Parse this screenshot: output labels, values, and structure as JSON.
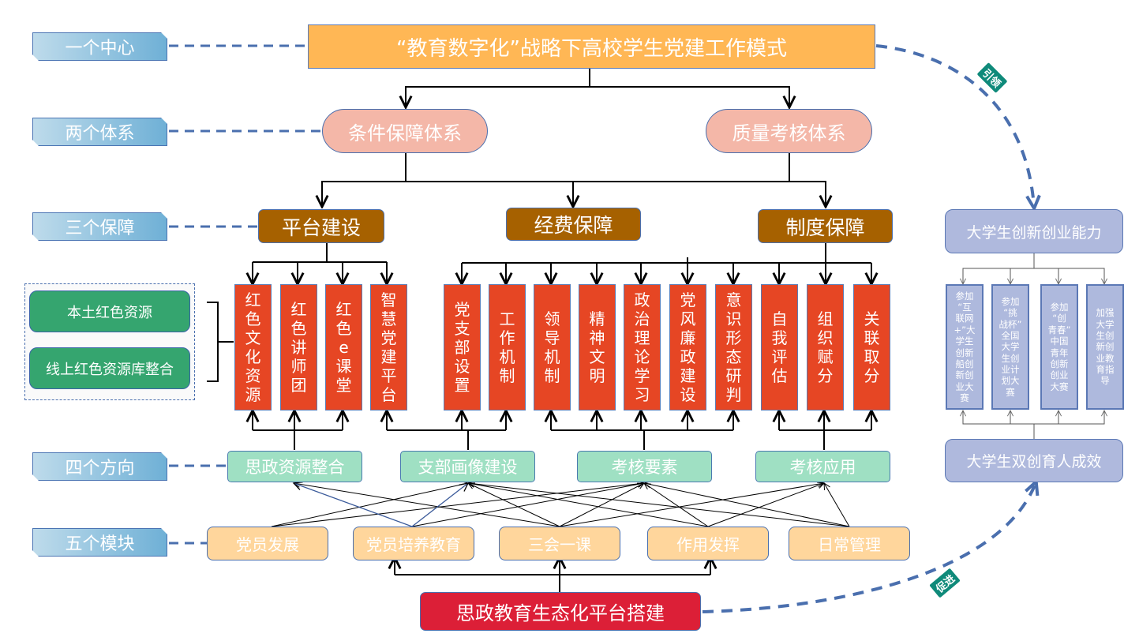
{
  "levels": [
    {
      "label": "一个中心"
    },
    {
      "label": "两个体系"
    },
    {
      "label": "三个保障"
    },
    {
      "label": "四个方向"
    },
    {
      "label": "五个模块"
    }
  ],
  "center": {
    "title": "“教育数字化”战略下高校学生党建工作模式"
  },
  "systems": [
    {
      "label": "条件保障体系"
    },
    {
      "label": "质量考核体系"
    }
  ],
  "guarantees": [
    {
      "label": "平台建设"
    },
    {
      "label": "经费保障"
    },
    {
      "label": "制度保障"
    }
  ],
  "elements": [
    {
      "chars": [
        "红",
        "色",
        "文",
        "化",
        "资",
        "源"
      ]
    },
    {
      "chars": [
        "红",
        "色",
        "讲",
        "师",
        "团"
      ]
    },
    {
      "chars": [
        "红",
        "色",
        "e",
        "课",
        "堂"
      ]
    },
    {
      "chars": [
        "智",
        "慧",
        "党",
        "建",
        "平",
        "台"
      ]
    },
    {
      "chars": [
        "党",
        "支",
        "部",
        "设",
        "置"
      ]
    },
    {
      "chars": [
        "工",
        "作",
        "机",
        "制"
      ]
    },
    {
      "chars": [
        "领",
        "导",
        "机",
        "制"
      ]
    },
    {
      "chars": [
        "精",
        "神",
        "文",
        "明"
      ]
    },
    {
      "chars": [
        "政",
        "治",
        "理",
        "论",
        "学",
        "习"
      ]
    },
    {
      "chars": [
        "党",
        "风",
        "廉",
        "政",
        "建",
        "设"
      ]
    },
    {
      "chars": [
        "意",
        "识",
        "形",
        "态",
        "研",
        "判"
      ]
    },
    {
      "chars": [
        "自",
        "我",
        "评",
        "估"
      ]
    },
    {
      "chars": [
        "组",
        "织",
        "赋",
        "分"
      ]
    },
    {
      "chars": [
        "关",
        "联",
        "取",
        "分"
      ]
    }
  ],
  "red_resources": [
    {
      "label": "本土红色资源"
    },
    {
      "label": "线上红色资源库整合"
    }
  ],
  "directions": [
    {
      "label": "思政资源整合"
    },
    {
      "label": "支部画像建设"
    },
    {
      "label": "考核要素"
    },
    {
      "label": "考核应用"
    }
  ],
  "modules": [
    {
      "label": "党员发展"
    },
    {
      "label": "党员培养教育"
    },
    {
      "label": "三会一课"
    },
    {
      "label": "作用发挥"
    },
    {
      "label": "日常管理"
    }
  ],
  "platform": {
    "label": "思政教育生态化平台搭建"
  },
  "innovation": {
    "ability": "大学生创新创业能力",
    "outcome": "大学生双创育人成效",
    "activities": [
      {
        "lines": [
          "参加",
          "“互",
          "联网",
          "+”大",
          "学生",
          "创新",
          "船创",
          "新创",
          "业大",
          "赛"
        ]
      },
      {
        "lines": [
          "参加",
          "“挑",
          "战杯”",
          "全国",
          "大学",
          "生创",
          "业计",
          "划大",
          "赛"
        ]
      },
      {
        "lines": [
          "参加",
          "“创",
          "青春”",
          "中国",
          "青年",
          "创新",
          "创业",
          "大赛"
        ]
      },
      {
        "lines": [
          "加强",
          "大学",
          "生创",
          "新创",
          "业教",
          "育指",
          "导"
        ]
      }
    ]
  },
  "badges": {
    "lead": "引领",
    "promote": "促进"
  },
  "colors": {
    "center": "#ffb755",
    "system": "#f4b7a8",
    "guarantee": "#a66100",
    "element": "#e64624",
    "direction": "#9fe0c3",
    "module": "#ffd69c",
    "platform": "#dc1f37",
    "innovation": "#afb9dd",
    "red_resource": "#35a56f",
    "badge": "#0f8a7a",
    "dashed_link": "#4a6fae"
  }
}
